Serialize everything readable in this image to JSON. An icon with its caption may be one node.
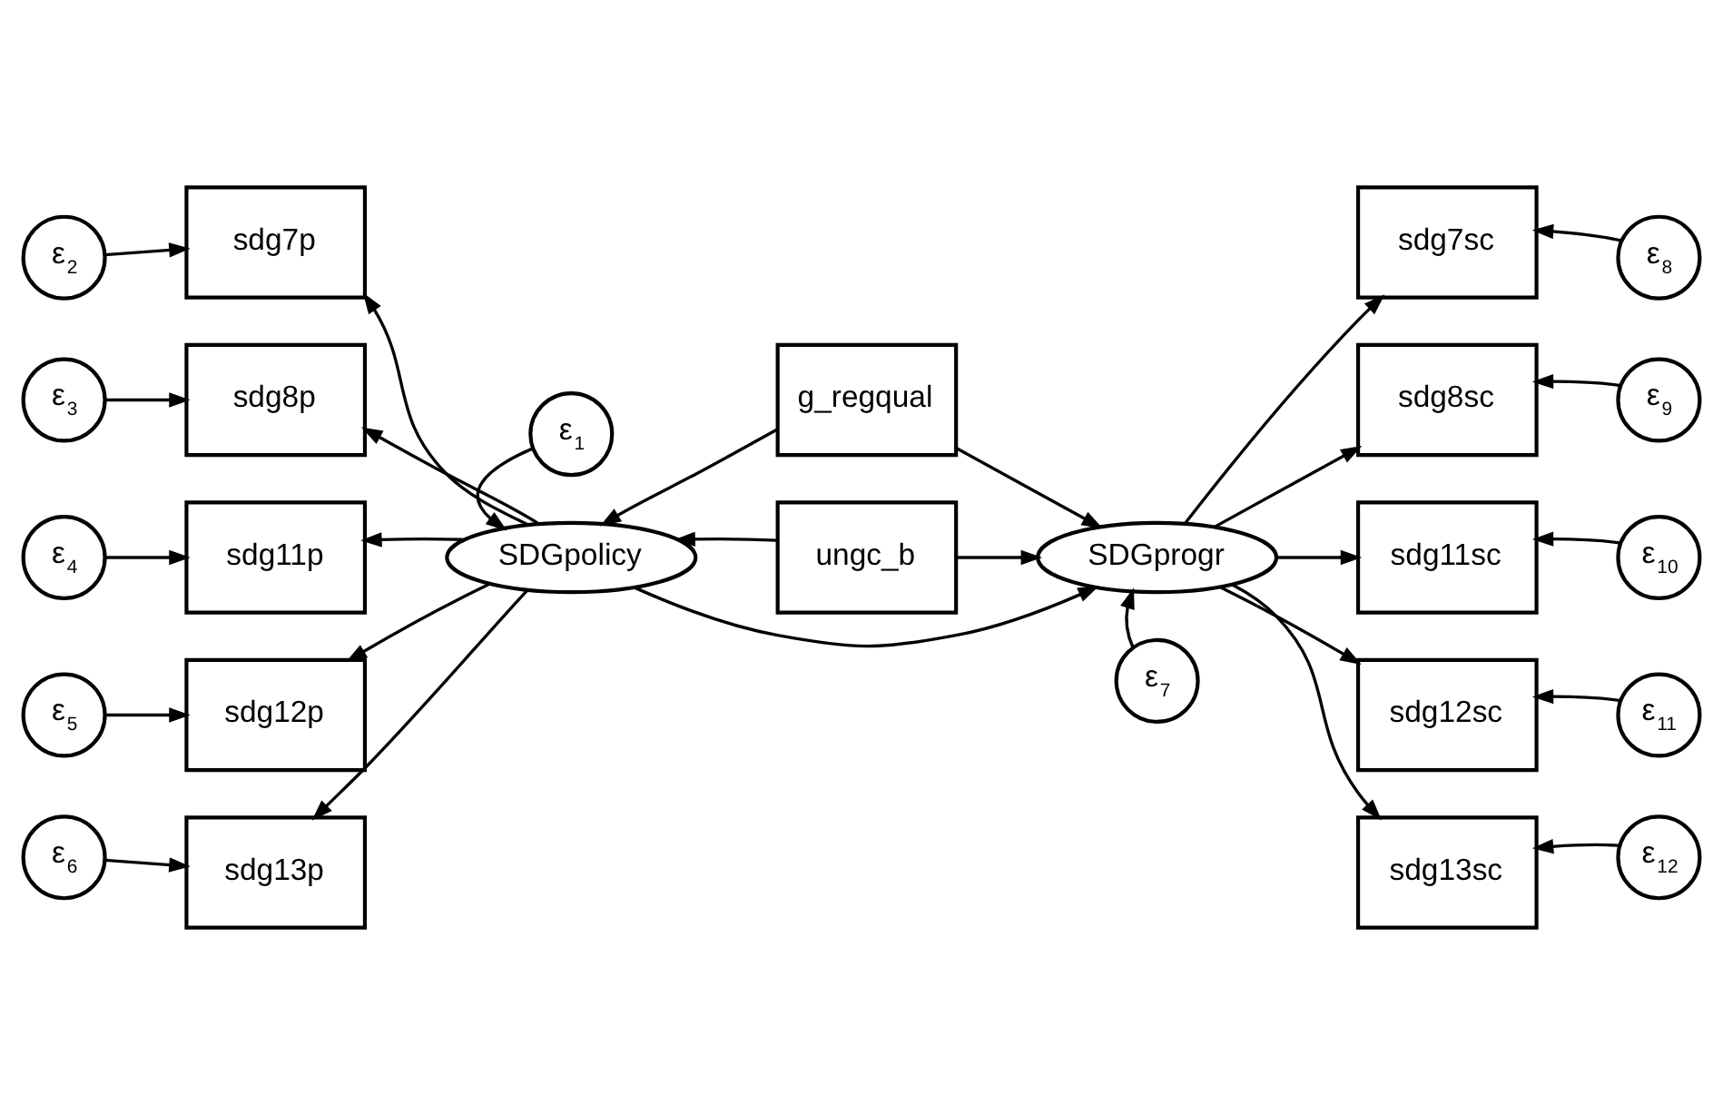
{
  "diagram": {
    "nodes": [
      {
        "text": [
          "sdg7p"
        ]
      },
      {
        "text": [
          "sdg8p"
        ]
      },
      {
        "text": [
          "sdg11p"
        ]
      },
      {
        "text": [
          "sdg12p"
        ]
      },
      {
        "text": [
          "sdg13p"
        ]
      },
      {
        "text": [
          "ε$_{2}$"
        ]
      },
      {
        "text": [
          "ε$_{3}$"
        ]
      },
      {
        "text": [
          "ε$_{4}$"
        ]
      },
      {
        "text": [
          "ε$_{5}$"
        ]
      },
      {
        "text": [
          "ε$_{6}$"
        ]
      },
      {
        "text": [
          "g_regqual"
        ]
      },
      {
        "text": [
          "SDGpolicy"
        ]
      },
      {
        "text": [
          "ε$_{1}$"
        ]
      },
      {
        "text": [
          "ungc_b"
        ]
      },
      {
        "text": [
          "SDGprogr"
        ]
      },
      {
        "text": [
          "ε$_{7}$"
        ]
      },
      {
        "text": [
          "sdg7sc"
        ]
      },
      {
        "text": [
          "sdg8sc"
        ]
      },
      {
        "text": [
          "sdg11sc"
        ]
      },
      {
        "text": [
          "sdg12sc"
        ]
      },
      {
        "text": [
          "sdg13sc"
        ]
      },
      {
        "text": [
          "ε$_{8}$"
        ]
      },
      {
        "text": [
          "ε$_{9}$"
        ]
      },
      {
        "text": [
          "ε$_{10}$"
        ]
      },
      {
        "text": [
          "ε$_{11}$"
        ]
      },
      {
        "text": [
          "ε$_{12}$"
        ]
      }
    ],
    "edges": [
      {
        "from": 5,
        "to": 0,
        "arrow": "to"
      },
      {
        "from": 6,
        "to": 1,
        "arrow": "to"
      },
      {
        "from": 7,
        "to": 2,
        "arrow": "to"
      },
      {
        "from": 8,
        "to": 3,
        "arrow": "to"
      },
      {
        "from": 9,
        "to": 4,
        "arrow": "to"
      },
      {
        "from": 11,
        "to": 0,
        "arrow": "to"
      },
      {
        "from": 11,
        "to": 1,
        "arrow": "to"
      },
      {
        "from": 11,
        "to": 2,
        "arrow": "to"
      },
      {
        "from": 11,
        "to": 3,
        "arrow": "to"
      },
      {
        "from": 11,
        "to": 4,
        "arrow": "to"
      },
      {
        "from": 10,
        "to": 11,
        "arrow": "to"
      },
      {
        "from": 10,
        "to": 14,
        "arrow": "to"
      },
      {
        "from": 12,
        "to": 11,
        "arrow": "to"
      },
      {
        "from": 13,
        "to": 11,
        "arrow": "to"
      },
      {
        "from": 13,
        "to": 14,
        "arrow": "to"
      },
      {
        "from": 11,
        "to": 14,
        "arrow": "to"
      },
      {
        "from": 15,
        "to": 14,
        "arrow": "to"
      },
      {
        "from": 14,
        "to": 16,
        "arrow": "to"
      },
      {
        "from": 14,
        "to": 17,
        "arrow": "to"
      },
      {
        "from": 14,
        "to": 18,
        "arrow": "to"
      },
      {
        "from": 14,
        "to": 19,
        "arrow": "to"
      },
      {
        "from": 14,
        "to": 20,
        "arrow": "to"
      },
      {
        "from": 21,
        "to": 16,
        "arrow": "to"
      },
      {
        "from": 22,
        "to": 17,
        "arrow": "to"
      },
      {
        "from": 23,
        "to": 18,
        "arrow": "to"
      },
      {
        "from": 24,
        "to": 19,
        "arrow": "to"
      },
      {
        "from": 25,
        "to": 20,
        "arrow": "to"
      }
    ]
  }
}
